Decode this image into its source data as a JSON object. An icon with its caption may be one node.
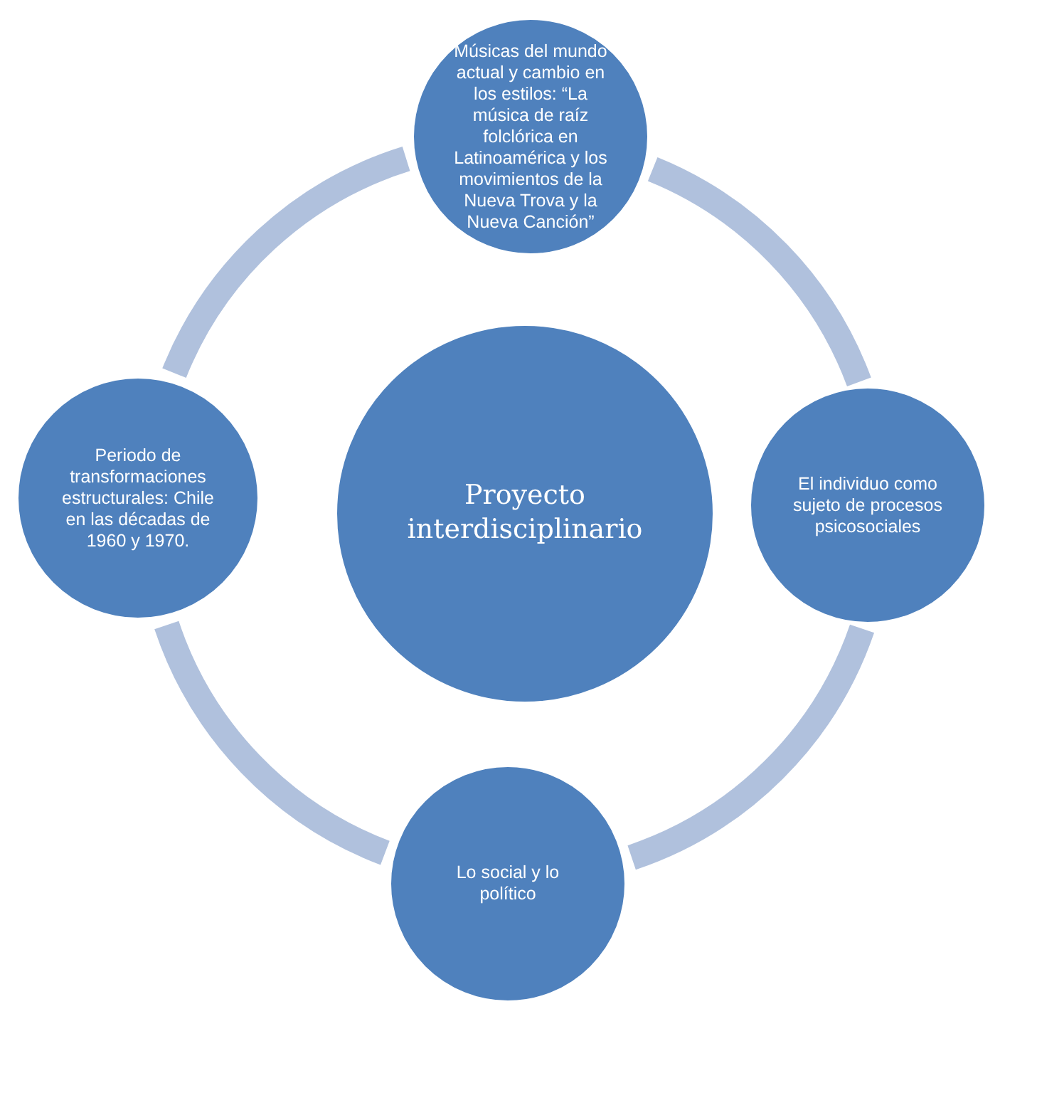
{
  "diagram": {
    "nodes": [
      {
        "text": [
          "Músicas del mundo actual y cambio en los estilos: “La música de raíz folclórica en Latinoamérica y los movimientos de la Nueva Trova y la Nueva Canción”"
        ]
      },
      {
        "text": [
          "Periodo de transformaciones estructurales: Chile en las décadas de 1960 y 1970."
        ]
      },
      {
        "text": [
          "Proyecto interdisciplinario"
        ]
      },
      {
        "text": [
          "El individuo como sujeto de procesos psicosociales"
        ]
      },
      {
        "text": [
          "Lo social y lo político"
        ]
      }
    ],
    "edges": [
      {
        "from": 0,
        "to": 3,
        "arrow": "none"
      },
      {
        "from": 3,
        "to": 4,
        "arrow": "none"
      },
      {
        "from": 4,
        "to": 1,
        "arrow": "none"
      },
      {
        "from": 1,
        "to": 0,
        "arrow": "none"
      }
    ]
  }
}
